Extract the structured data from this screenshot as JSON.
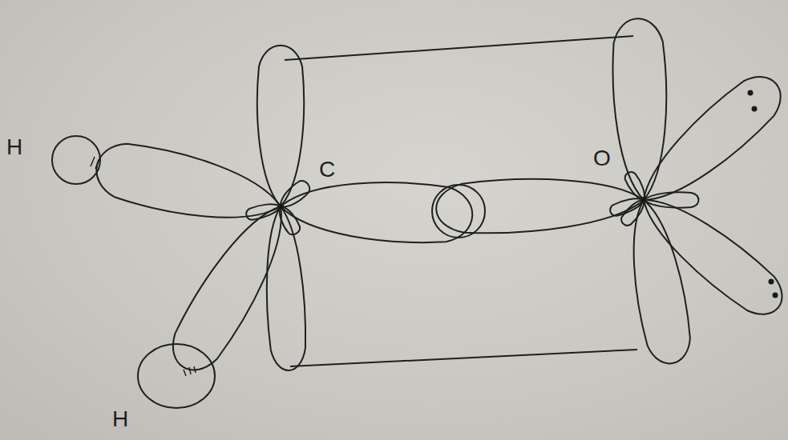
{
  "diagram": {
    "labels": [
      "H",
      "C",
      "O",
      "H"
    ]
  }
}
